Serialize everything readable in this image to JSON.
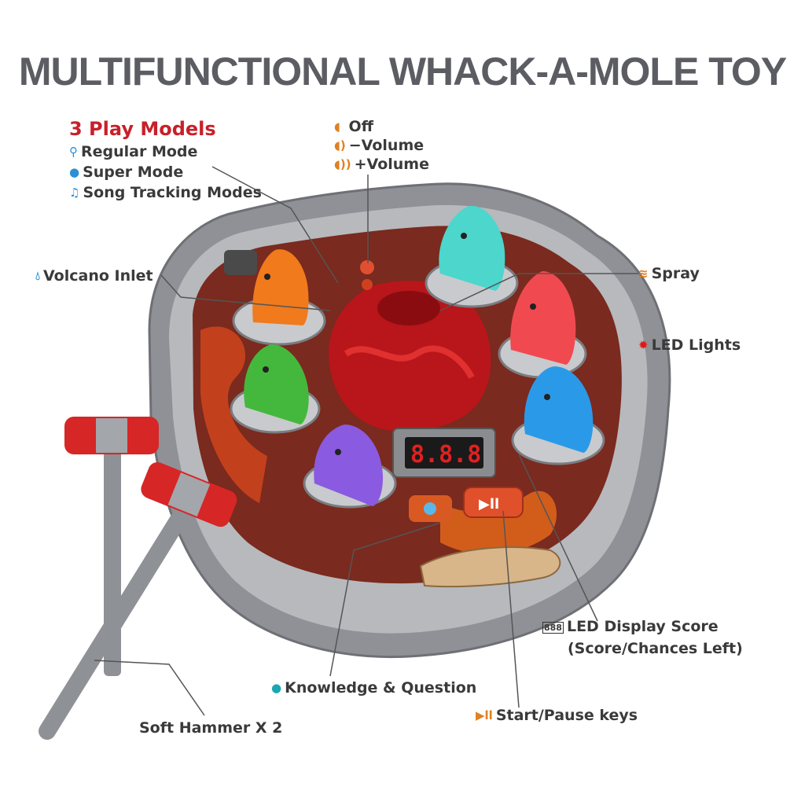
{
  "title": "MULTIFUNCTIONAL WHACK-A-MOLE TOY",
  "modes": {
    "heading": "3 Play Models",
    "items": [
      "Regular Mode",
      "Super Mode",
      "Song Tracking Modes"
    ]
  },
  "volume": {
    "items": [
      "Off",
      "−Volume",
      "+Volume"
    ]
  },
  "callouts": {
    "volcano_inlet": "Volcano Inlet",
    "spray": "Spray",
    "led_lights": "LED Lights",
    "led_display_1": "LED Display Score",
    "led_display_2": "(Score/Chances Left)",
    "knowledge": "Knowledge & Question",
    "start_pause": "Start/Pause keys",
    "hammer": "Soft Hammer X 2"
  },
  "icons": {
    "mode_regular": "magnifier-icon",
    "mode_super": "question-badge-icon",
    "mode_song": "music-icon",
    "vol_off": "speaker-off-icon",
    "vol_down": "speaker-low-icon",
    "vol_up": "speaker-high-icon",
    "volcano": "water-drop-icon",
    "spray": "spray-icon",
    "led": "light-icon",
    "display": "segment-display-icon",
    "knowledge": "question-badge-icon",
    "start": "play-pause-icon"
  },
  "colors": {
    "title": "#5b5d63",
    "heading_red": "#c8202a",
    "rock": "#8f9196",
    "lava": "#7a2a1e",
    "hammer_red": "#d62626"
  }
}
